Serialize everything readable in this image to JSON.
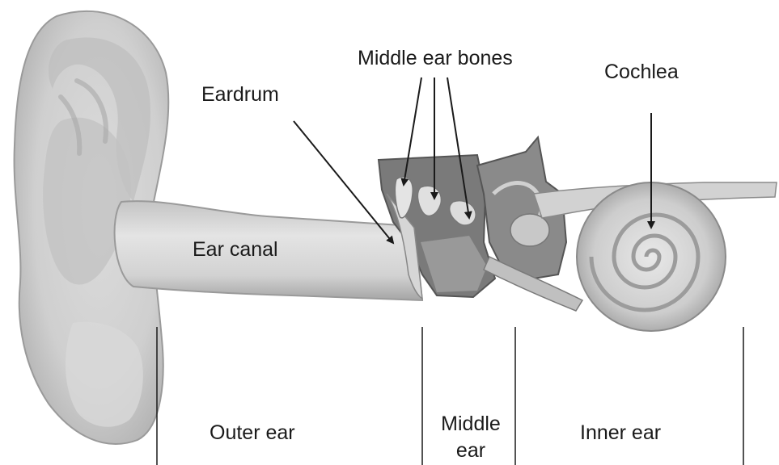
{
  "labels": {
    "middle_ear_bones": "Middle ear bones",
    "cochlea": "Cochlea",
    "eardrum": "Eardrum",
    "ear_canal": "Ear canal"
  },
  "sections": {
    "outer_ear": "Outer ear",
    "middle_ear_line1": "Middle",
    "middle_ear_line2": "ear",
    "inner_ear": "Inner ear"
  },
  "colors": {
    "background": "#ffffff",
    "ink": "#1a1a1a",
    "skin_light": "#e6e6e6",
    "skin_mid": "#c9c9c9",
    "skin_dark": "#8f8f8f",
    "cavity": "#6b6b6b"
  }
}
